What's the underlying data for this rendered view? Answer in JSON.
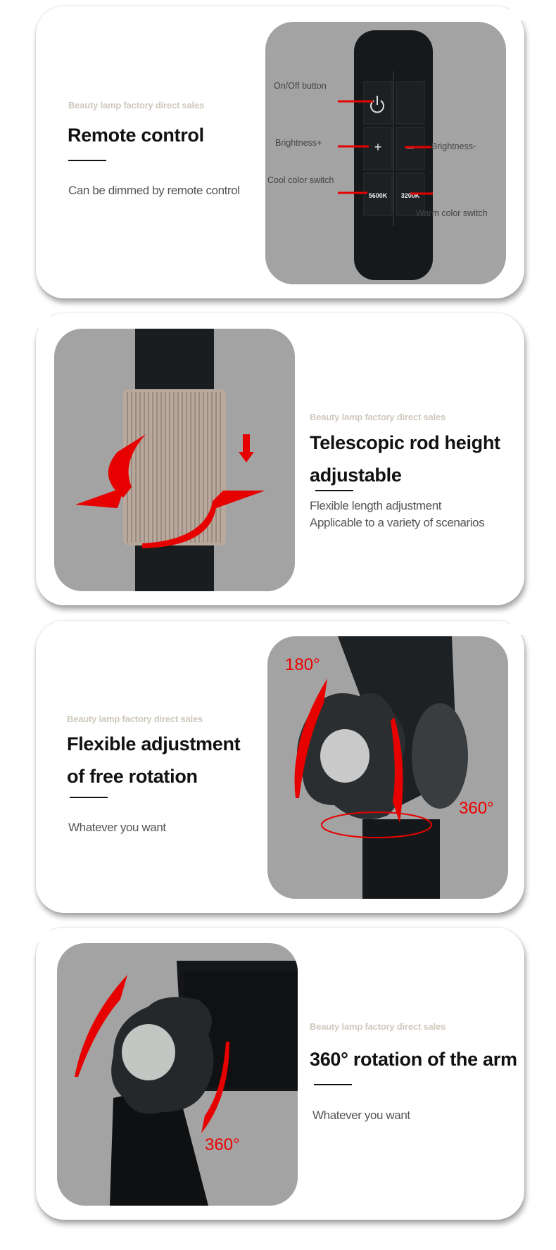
{
  "sections": [
    {
      "tagline": "Beauty lamp factory direct sales",
      "title_lines": [
        "Remote control"
      ],
      "description_lines": [
        "Can be dimmed by remote control"
      ],
      "remote_labels": {
        "on_off": "On/Off button",
        "brightness_up": "Brightness+",
        "brightness_down": "Brightness-",
        "cool": "Cool color switch",
        "warm": "Warm color switch",
        "key_cool": "5600K",
        "key_warm": "3200K",
        "key_plus": "+",
        "key_minus": "–"
      }
    },
    {
      "tagline": "Beauty lamp factory direct sales",
      "title_lines": [
        "Telescopic rod height",
        "adjustable"
      ],
      "description_lines": [
        "Flexible length adjustment",
        "Applicable to a variety of scenarios"
      ]
    },
    {
      "tagline": "Beauty lamp factory direct sales",
      "title_lines": [
        "Flexible adjustment",
        "of free rotation"
      ],
      "description_lines": [
        "Whatever you want"
      ],
      "angle_labels": [
        "180°",
        "360°"
      ]
    },
    {
      "tagline": "Beauty lamp factory direct sales",
      "title_lines": [
        "360° rotation of the arm"
      ],
      "description_lines": [
        "Whatever you want"
      ],
      "angle_labels": [
        "360°"
      ]
    }
  ],
  "colors": {
    "accent_red": "#e60000",
    "tagline": "#cfc8bd",
    "photo_bg": "#a3a3a3"
  }
}
